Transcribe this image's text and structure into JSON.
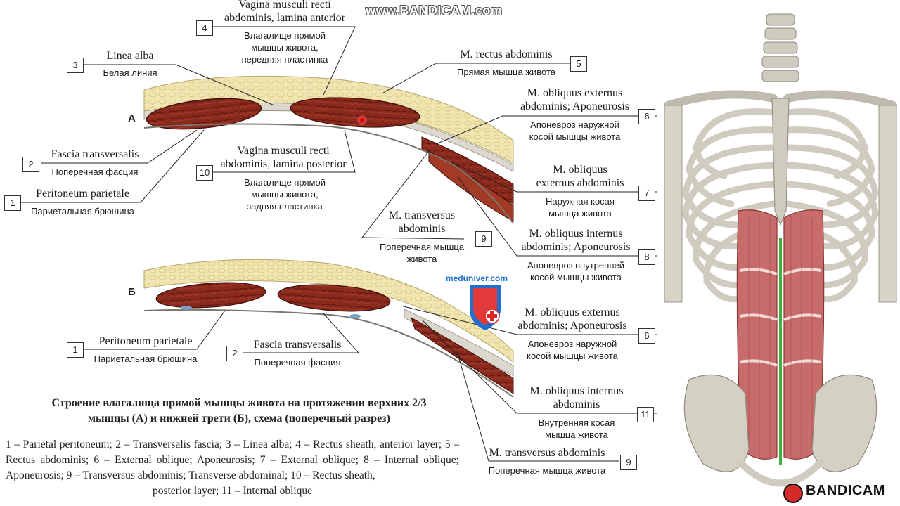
{
  "watermark_top": "www.BANDICAM.com",
  "watermark_bottom": "BANDICAM",
  "site_logo": "meduniver.com",
  "panel_a_letter": "А",
  "panel_b_letter": "Б",
  "labels_a": {
    "l4": {
      "num": "4",
      "lat": "Vagina musculi recti\nabdominis, lamina anterior",
      "rus": "Влагалище прямой\nмышцы живота,\nпередняя пластинка"
    },
    "l3": {
      "num": "3",
      "lat": "Linea alba",
      "rus": "Белая линия"
    },
    "l5": {
      "num": "5",
      "lat": "M. rectus abdominis",
      "rus": "Прямая мышца живота"
    },
    "l6": {
      "num": "6",
      "lat": "M. obliquus externus\nabdominis; Aponeurosis",
      "rus": "Апоневроз наружной\nкосой мышцы живота"
    },
    "l2": {
      "num": "2",
      "lat": "Fascia transversalis",
      "rus": "Поперечная фасция"
    },
    "l10": {
      "num": "10",
      "lat": "Vagina musculi recti\nabdominis, lamina posterior",
      "rus": "Влагалище прямой\nмышцы живота,\nзадняя пластинка"
    },
    "l1": {
      "num": "1",
      "lat": "Peritoneum parietale",
      "rus": "Париетальная брюшина"
    },
    "l7": {
      "num": "7",
      "lat": "M. obliquus\nexternus abdominis",
      "rus": "Наружная косая\nмышца живота"
    },
    "l9": {
      "num": "9",
      "lat": "M. transversus\nabdominis",
      "rus": "Поперечная мышца\nживота"
    },
    "l8": {
      "num": "8",
      "lat": "M. obliquus internus\nabdominis; Aponeurosis",
      "rus": "Апоневроз внутренней\nкосой мышцы живота"
    }
  },
  "labels_b": {
    "l6": {
      "num": "6",
      "lat": "M. obliquus externus\nabdominis; Aponeurosis",
      "rus": "Апоневроз наружной\nкосой мышцы живота"
    },
    "l1": {
      "num": "1",
      "lat": "Peritoneum parietale",
      "rus": "Париетальная брюшина"
    },
    "l2": {
      "num": "2",
      "lat": "Fascia transversalis",
      "rus": "Поперечная фасция"
    },
    "l11": {
      "num": "11",
      "lat": "M. obliquus internus\nabdominis",
      "rus": "Внутренняя косая\nмышца живота"
    },
    "l9": {
      "num": "9",
      "lat": "M. transversus abdominis",
      "rus": "Поперечная мышца живота"
    }
  },
  "caption": "Строение влагалища прямой мышцы живота на протяжении верхних 2/3 мышцы (А) и нижней трети (Б), схема (поперечный разрез)",
  "legend": "1 – Parietal peritoneum; 2 – Transversalis fascia; 3 – Linea alba; 4 – Rectus sheath, anterior layer; 5 – Rectus abdominis; 6 – External oblique; Aponeurosis; 7 – External oblique; 8 – Internal oblique; Aponeurosis; 9 – Transversus abdominis; Transverse abdominal; 10 – Rectus sheath,",
  "legend_last": "posterior layer; 11 – Internal oblique",
  "colors": {
    "muscle": "#8e2a1c",
    "fat": "#efe2a8",
    "fascia": "#d8d5cc",
    "bone": "#d9d6cc",
    "green_line": "#3db33d",
    "logo_blue": "#1f6fd0",
    "logo_red": "#d42a2a"
  }
}
